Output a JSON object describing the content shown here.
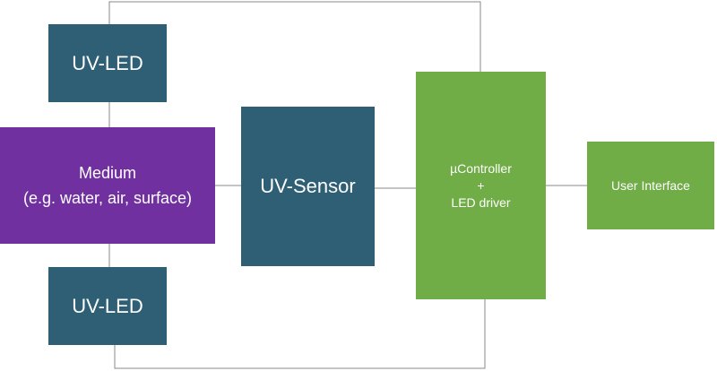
{
  "diagram": {
    "blocks": {
      "uv_led_top": {
        "label": "UV-LED"
      },
      "uv_led_bottom": {
        "label": "UV-LED"
      },
      "medium": {
        "label": "Medium\n(e.g. water, air, surface)"
      },
      "uv_sensor": {
        "label": "UV-Sensor"
      },
      "controller": {
        "label": "µController\n+\nLED driver"
      },
      "user_interface": {
        "label": "User Interface"
      }
    },
    "colors": {
      "uv_led": "#2e5f74",
      "uv_sensor": "#2e5f74",
      "medium": "#7030a0",
      "controller": "#70ad47",
      "user_interface": "#70ad47",
      "connector": "#8a8a8a",
      "text": "#ffffff"
    }
  }
}
